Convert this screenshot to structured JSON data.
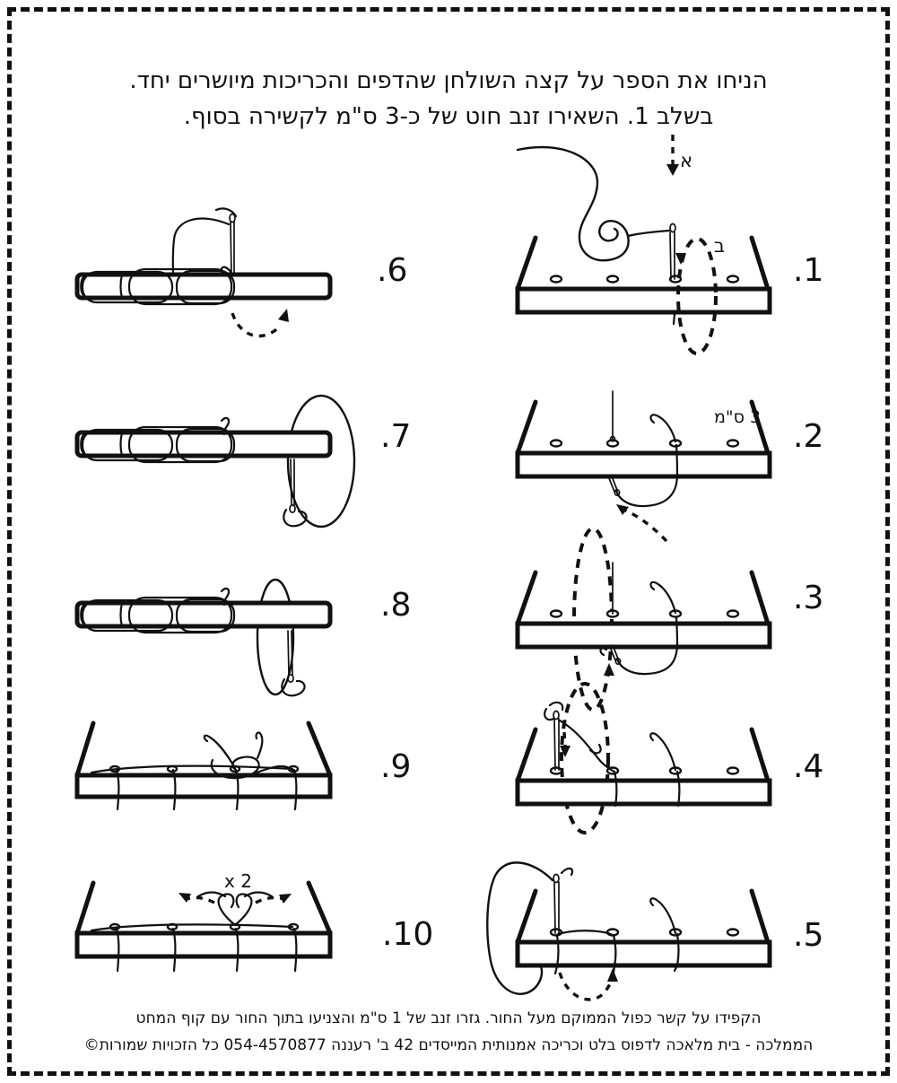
{
  "page": {
    "title": {
      "line1": "הניחו את הספר על קצה השולחן שהדפים והכריכות מיושרים יחד.",
      "line2": "בשלב 1. השאירו זנב חוט של כ-3 ס\"מ לקשירה בסוף."
    },
    "footer": {
      "line1": "הקפידו על קשר כפול הממוקם מעל החור. גזרו זנב של 1 ס\"מ והצניעו בתוך החור עם קוף המחט",
      "line2": "הממלכה - בית מלאכה לדפוס בלט וכריכה אמנותית המייסדים 42 ב' רעננה 054-4570877 כל הזכויות שמורות©"
    }
  },
  "steps": [
    {
      "number": ".1"
    },
    {
      "number": ".2"
    },
    {
      "number": ".3"
    },
    {
      "number": ".4"
    },
    {
      "number": ".5"
    },
    {
      "number": ".6"
    },
    {
      "number": ".7"
    },
    {
      "number": ".8"
    },
    {
      "number": ".9"
    },
    {
      "number": ".10"
    }
  ],
  "labels": {
    "arrow_a": "א",
    "loop_b": "ב",
    "tail_3cm": "3 ס\"מ",
    "x2": "x 2"
  },
  "colors": {
    "ink": "#111111",
    "paper": "#ffffff"
  }
}
